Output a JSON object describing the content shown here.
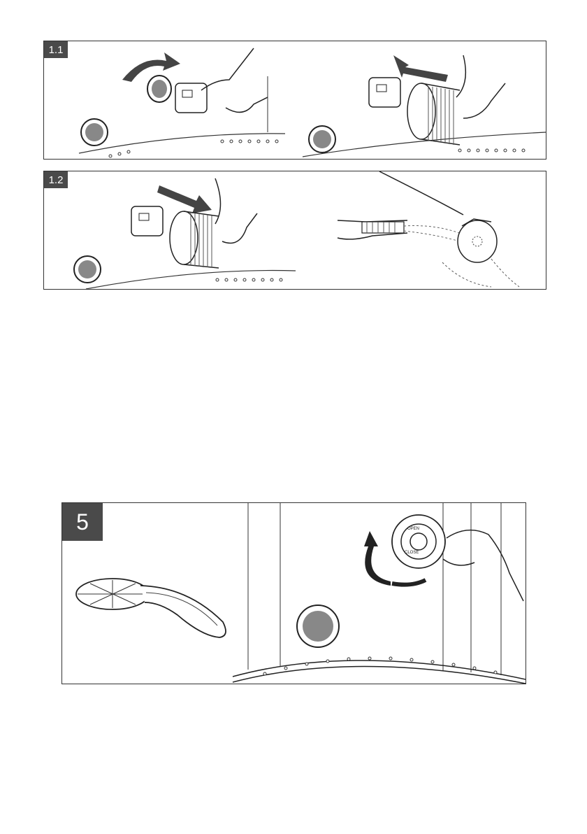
{
  "steps": {
    "s11": {
      "label": "1.1"
    },
    "s12": {
      "label": "1.2"
    },
    "s5": {
      "label": "5"
    }
  },
  "valve": {
    "open_text": "OPEN",
    "close_text": "CLOSE"
  },
  "icons": {
    "rotate": "curved-arrow-icon",
    "pull": "arrow-left-icon",
    "insert": "arrow-down-right-icon",
    "rotate_valve": "curved-arrow-up-icon"
  }
}
